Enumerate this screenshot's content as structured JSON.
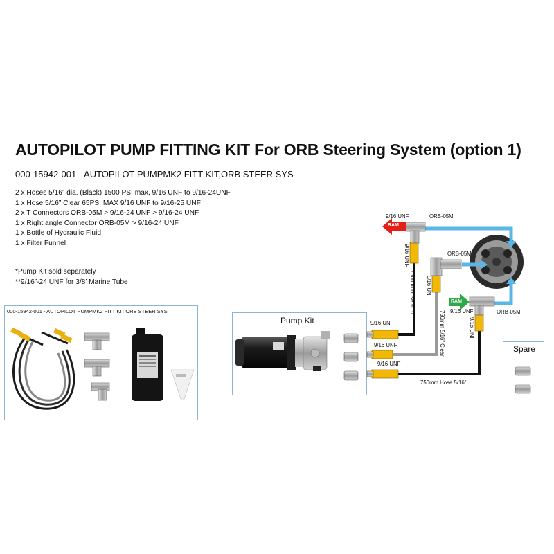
{
  "header": {
    "title": "AUTOPILOT PUMP FITTING KIT For ORB Steering System (option 1)",
    "subtitle": "000-15942-001 - AUTOPILOT PUMPMK2 FITT KIT,ORB STEER SYS"
  },
  "contents": [
    "2 x Hoses 5/16” dia. (Black) 1500 PSI max, 9/16 UNF to 9/16-24UNF",
    "1 x Hose 5/16” Clear 65PSI MAX 9/16 UNF to 9/16-25 UNF",
    "2 x T Connectors ORB-05M > 9/16-24 UNF > 9/16-24 UNF",
    "1 x Right angle Connector ORB-05M > 9/16-24 UNF",
    "1 x Bottle of Hydraulic Fluid",
    "1 x Filter Funnel"
  ],
  "notes": [
    "*Pump Kit sold separately",
    "**9/16”-24 UNF for 3/8’ Marine Tube"
  ],
  "photo": {
    "caption": "000-15942-001 - AUTOPILOT PUMPMK2 FITT KIT,ORB STEER SYS"
  },
  "diagram": {
    "pump_kit_label": "Pump Kit",
    "spare_label": "Spare",
    "ram_left": "RAM",
    "ram_right": "RAM",
    "labels": {
      "top_unf": "9/16 UNF",
      "top_orb": "ORB-05M",
      "mid_orb": "ORB-05M",
      "right_unf": "9/16 UNF",
      "right_orb": "ORB-05M",
      "pump_unf_1": "9/16 UNF",
      "pump_unf_2": "9/16 UNF",
      "pump_unf_3": "9/16 UNF",
      "bottom_hose": "750mm Hose 5/16”",
      "v_unf_1": "9/16 UNF",
      "v_unf_2": "9/16 UNF",
      "v_unf_3": "9/16 UNF",
      "v_hose_black": "750mm Hose 5/16”",
      "v_hose_clear": "750mm 5/16” Clear"
    }
  },
  "colors": {
    "hose_black": "#111111",
    "hose_clear": "#9a9a9a",
    "fitting_yellow": "#f2b807",
    "line_blue": "#5bb6e8",
    "arrow_red": "#e32119",
    "arrow_green": "#2fa84a",
    "box_border": "#8fb3d6"
  }
}
